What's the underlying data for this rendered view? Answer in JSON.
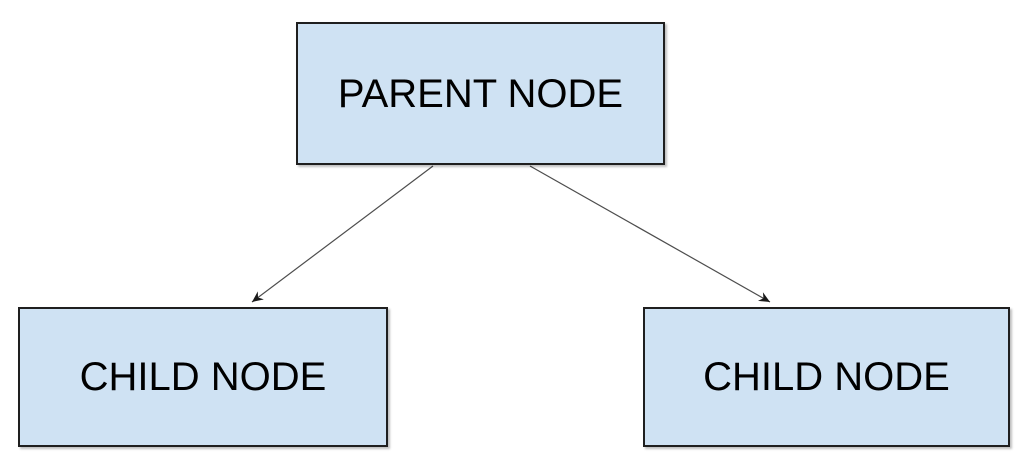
{
  "diagram": {
    "background_color": "#ffffff",
    "node_fill_color": "#cfe2f3",
    "node_border_color": "#1f1f1f",
    "text_color": "#000000",
    "connector_color": "#4d4d4d",
    "nodes": [
      {
        "id": "parent",
        "label": "PARENT NODE"
      },
      {
        "id": "child-left",
        "label": "CHILD NODE"
      },
      {
        "id": "child-right",
        "label": "CHILD NODE"
      }
    ],
    "edges": [
      {
        "from": "parent",
        "to": "child-left",
        "arrowhead": "end"
      },
      {
        "from": "parent",
        "to": "child-right",
        "arrowhead": "end"
      }
    ]
  }
}
